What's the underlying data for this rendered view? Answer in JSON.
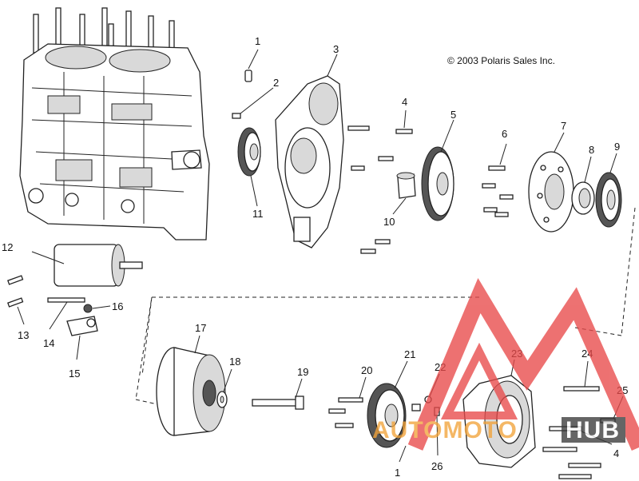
{
  "copyright": "© 2003 Polaris Sales Inc.",
  "callouts": [
    "1",
    "2",
    "3",
    "4",
    "5",
    "6",
    "7",
    "8",
    "9",
    "10",
    "11",
    "12",
    "13",
    "14",
    "15",
    "16",
    "17",
    "18",
    "19",
    "20",
    "21",
    "22",
    "23",
    "24",
    "25",
    "4",
    "26",
    "1"
  ],
  "watermark": {
    "word_a": "AUTOMOTO",
    "word_b": "HUB",
    "colors": {
      "triangle": "#e84a4a",
      "text_a": "#f2a33a",
      "text_b": "#ffffff",
      "text_b_bg": "#3a3a3a"
    }
  },
  "colors": {
    "line": "#222222",
    "shade": "#d9d9d9"
  }
}
